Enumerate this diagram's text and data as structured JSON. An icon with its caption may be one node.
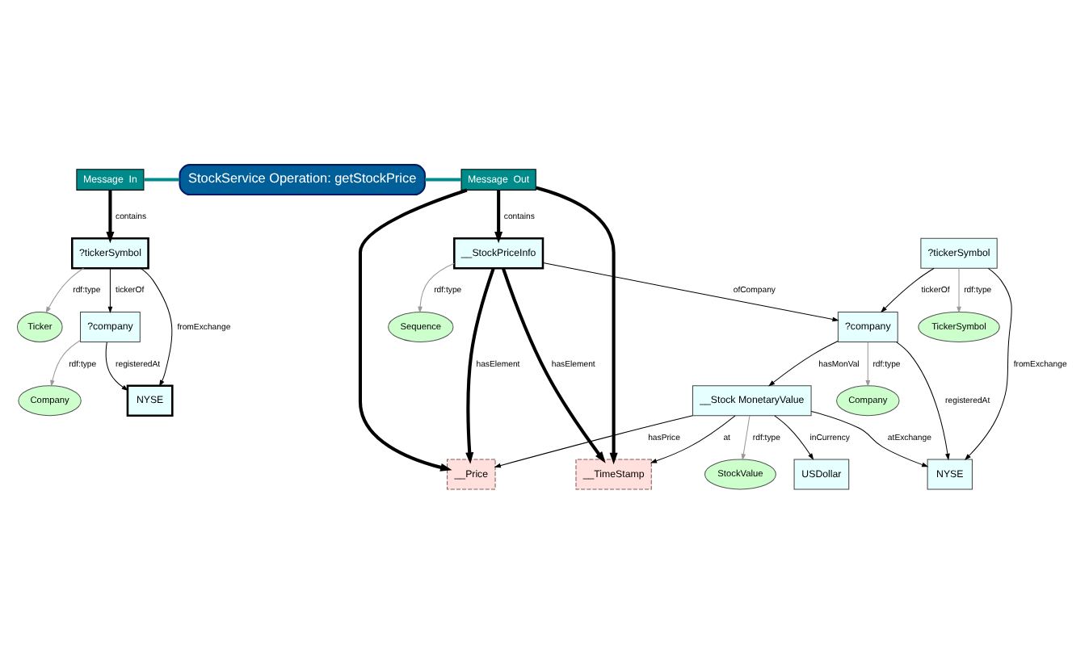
{
  "diagram": {
    "nodes": [
      {
        "text": [
          "Message  In"
        ]
      },
      {
        "text": [
          "StockService Operation: getStockPrice"
        ]
      },
      {
        "text": [
          "Message  Out"
        ]
      },
      {
        "text": [
          "Ticker"
        ]
      },
      {
        "text": [
          "?tickerSymbol"
        ]
      },
      {
        "text": [
          "Company"
        ]
      },
      {
        "text": [
          "NYSE"
        ]
      },
      {
        "text": [
          "?company"
        ]
      },
      {
        "text": [
          "Sequence"
        ]
      },
      {
        "text": [
          "__StockPriceInfo"
        ]
      },
      {
        "text": [
          "__TimeStamp"
        ]
      },
      {
        "text": [
          "StockValue"
        ]
      },
      {
        "text": [
          "__Price"
        ]
      },
      {
        "text": [
          "Company"
        ]
      },
      {
        "text": [
          "__Stock MonetaryValue"
        ]
      },
      {
        "text": [
          "TickerSymbol"
        ]
      },
      {
        "text": [
          "?company"
        ]
      },
      {
        "text": [
          "USDollar"
        ]
      },
      {
        "text": [
          "NYSE"
        ]
      },
      {
        "text": [
          "?tickerSymbol"
        ]
      }
    ],
    "edges": [
      {
        "from": 0,
        "to": 1,
        "arrow": "none",
        "style": "thick",
        "color": "#008b8b"
      },
      {
        "from": 1,
        "to": 2,
        "arrow": "none",
        "style": "thick",
        "color": "#008b8b"
      },
      {
        "from": 0,
        "to": 4,
        "arrow": "to",
        "label": "contains",
        "style": "thick"
      },
      {
        "from": 4,
        "to": 3,
        "arrow": "to",
        "label": "rdf:type",
        "color": "#999999"
      },
      {
        "from": 4,
        "to": 6,
        "arrow": "to",
        "label": "fromExchange"
      },
      {
        "from": 4,
        "to": 7,
        "arrow": "to",
        "label": "tickerOf"
      },
      {
        "from": 7,
        "to": 5,
        "arrow": "to",
        "label": "rdf:type",
        "color": "#999999"
      },
      {
        "from": 7,
        "to": 6,
        "arrow": "to",
        "label": "registeredAt"
      },
      {
        "from": 2,
        "to": 9,
        "arrow": "to",
        "label": "contains",
        "style": "thick"
      },
      {
        "from": 2,
        "to": 10,
        "arrow": "to",
        "style": "thick"
      },
      {
        "from": 2,
        "to": 12,
        "arrow": "to",
        "style": "thick"
      },
      {
        "from": 9,
        "to": 8,
        "arrow": "to",
        "label": "rdf:type",
        "color": "#999999"
      },
      {
        "from": 9,
        "to": 10,
        "arrow": "to",
        "label": "hasElement",
        "style": "thick"
      },
      {
        "from": 9,
        "to": 12,
        "arrow": "to",
        "label": "hasElement",
        "style": "thick"
      },
      {
        "from": 9,
        "to": 16,
        "arrow": "to",
        "label": "ofCompany"
      },
      {
        "from": 16,
        "to": 14,
        "arrow": "to",
        "label": "hasMonVal"
      },
      {
        "from": 14,
        "to": 11,
        "arrow": "to",
        "label": "rdf:type",
        "color": "#999999"
      },
      {
        "from": 14,
        "to": 10,
        "arrow": "to",
        "label": "at"
      },
      {
        "from": 14,
        "to": 12,
        "arrow": "to",
        "label": "hasPrice"
      },
      {
        "from": 14,
        "to": 17,
        "arrow": "to",
        "label": "inCurrency"
      },
      {
        "from": 14,
        "to": 18,
        "arrow": "to",
        "label": "atExchange"
      },
      {
        "from": 16,
        "to": 13,
        "arrow": "to",
        "label": "rdf:type",
        "color": "#999999"
      },
      {
        "from": 16,
        "to": 18,
        "arrow": "to",
        "label": "registeredAt"
      },
      {
        "from": 19,
        "to": 16,
        "arrow": "to",
        "label": "tickerOf"
      },
      {
        "from": 19,
        "to": 15,
        "arrow": "to",
        "label": "rdf:type",
        "color": "#999999"
      },
      {
        "from": 19,
        "to": 18,
        "arrow": "to",
        "label": "fromExchange"
      }
    ]
  }
}
